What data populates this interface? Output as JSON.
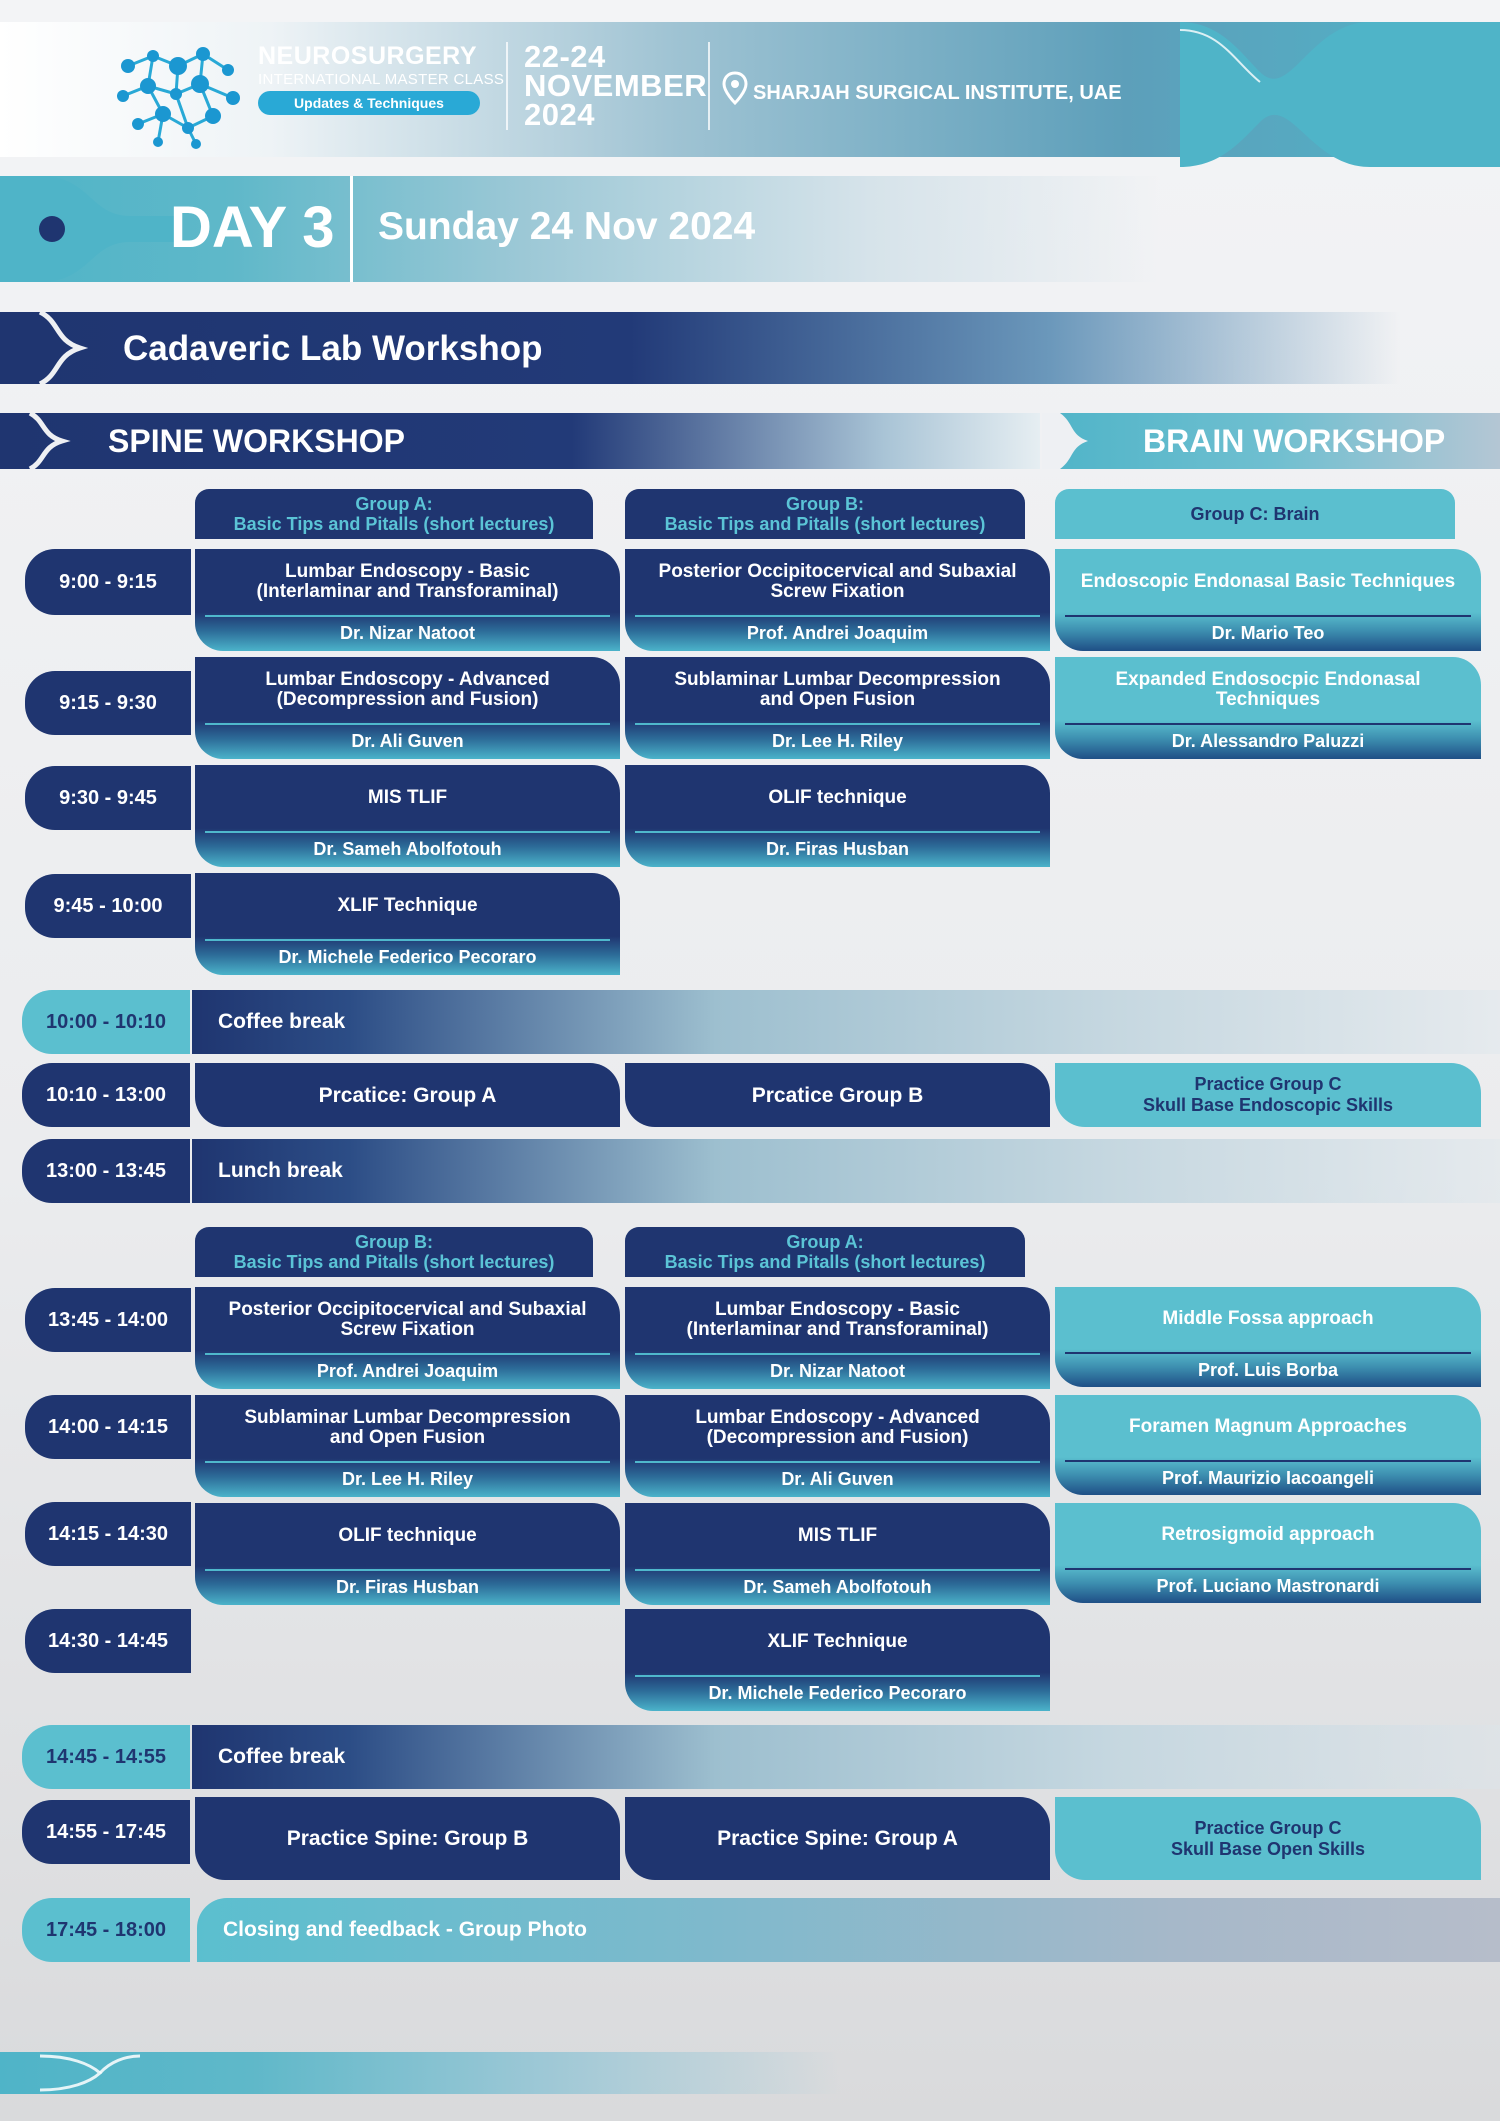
{
  "header": {
    "title": "NEUROSURGERY",
    "subtitle": "INTERNATIONAL MASTER CLASS",
    "tagline": "Updates & Techniques",
    "date_line1": "22-24",
    "date_line2": "NOVEMBER",
    "date_line3": "2024",
    "venue": "SHARJAH SURGICAL INSTITUTE, UAE",
    "icons": [
      "neuron-network-logo-icon",
      "location-pin-icon"
    ]
  },
  "day": {
    "label": "DAY 3",
    "date": "Sunday 24 Nov 2024"
  },
  "lab_title": "Cadaveric Lab Workshop",
  "spine_title": "SPINE WORKSHOP",
  "brain_title": "BRAIN WORKSHOP",
  "morning": {
    "heads": [
      {
        "l1": "Group A:",
        "l2": "Basic Tips and Pitalls (short lectures)"
      },
      {
        "l1": "Group B:",
        "l2": "Basic Tips and Pitalls (short lectures)"
      },
      {
        "l1": "Group C: Brain",
        "l2": ""
      }
    ],
    "times": [
      "9:00 - 9:15",
      "9:15 - 9:30",
      "9:30 - 9:45",
      "9:45 - 10:00"
    ],
    "col_a": [
      {
        "title": "Lumbar Endoscopy - Basic\n(Interlaminar and Transforaminal)",
        "speaker": "Dr. Nizar Natoot"
      },
      {
        "title": "Lumbar Endoscopy - Advanced\n(Decompression and Fusion)",
        "speaker": "Dr. Ali Guven"
      },
      {
        "title": "MIS TLIF",
        "speaker": "Dr. Sameh Abolfotouh"
      },
      {
        "title": "XLIF  Technique",
        "speaker": "Dr. Michele Federico Pecoraro"
      }
    ],
    "col_b": [
      {
        "title": "Posterior Occipitocervical and Subaxial\nScrew Fixation",
        "speaker": "Prof. Andrei Joaquim"
      },
      {
        "title": "Sublaminar Lumbar Decompression\nand Open Fusion",
        "speaker": "Dr. Lee H. Riley"
      },
      {
        "title": "OLIF technique",
        "speaker": "Dr. Firas Husban"
      }
    ],
    "col_c": [
      {
        "title": "Endoscopic Endonasal Basic Techniques",
        "speaker": "Dr. Mario Teo"
      },
      {
        "title": "Expanded Endosocpic Endonasal Techniques",
        "speaker": "Dr. Alessandro Paluzzi"
      }
    ]
  },
  "break1": {
    "time": "10:00 - 10:10",
    "label": "Coffee break"
  },
  "practice1": {
    "time": "10:10 - 13:00",
    "a": "Prcatice: Group A",
    "b": "Prcatice Group B",
    "c1": "Practice Group C",
    "c2": "Skull Base Endoscopic Skills"
  },
  "lunch": {
    "time": "13:00 - 13:45",
    "label": "Lunch break"
  },
  "afternoon": {
    "heads": [
      {
        "l1": "Group B:",
        "l2": "Basic Tips and Pitalls (short lectures)"
      },
      {
        "l1": "Group A:",
        "l2": "Basic Tips and Pitalls (short lectures)"
      }
    ],
    "times": [
      "13:45 - 14:00",
      "14:00 - 14:15",
      "14:15 - 14:30",
      "14:30 - 14:45"
    ],
    "col_a": [
      {
        "title": "Posterior Occipitocervical and Subaxial\nScrew Fixation",
        "speaker": "Prof. Andrei Joaquim"
      },
      {
        "title": "Sublaminar Lumbar Decompression\nand Open Fusion",
        "speaker": "Dr. Lee H. Riley"
      },
      {
        "title": "OLIF technique",
        "speaker": "Dr. Firas Husban"
      }
    ],
    "col_b": [
      {
        "title": "Lumbar Endoscopy - Basic\n(Interlaminar and Transforaminal)",
        "speaker": "Dr. Nizar Natoot"
      },
      {
        "title": "Lumbar Endoscopy - Advanced\n(Decompression and Fusion)",
        "speaker": "Dr. Ali Guven"
      },
      {
        "title": "MIS TLIF",
        "speaker": "Dr. Sameh Abolfotouh"
      },
      {
        "title": "XLIF  Technique",
        "speaker": "Dr. Michele Federico Pecoraro"
      }
    ],
    "col_c": [
      {
        "title": "Middle Fossa approach",
        "speaker": "Prof. Luis Borba"
      },
      {
        "title": "Foramen Magnum Approaches",
        "speaker": "Prof. Maurizio Iacoangeli"
      },
      {
        "title": "Retrosigmoid approach",
        "speaker": "Prof. Luciano Mastronardi"
      }
    ]
  },
  "break2": {
    "time": "14:45 - 14:55",
    "label": "Coffee break"
  },
  "practice2": {
    "time": "14:55 - 17:45",
    "a": "Practice Spine: Group B",
    "b": "Practice Spine: Group A",
    "c1": "Practice Group C",
    "c2": "Skull Base Open Skills"
  },
  "closing": {
    "time": "17:45 - 18:00",
    "label": "Closing and feedback - Group Photo"
  },
  "colors": {
    "navy": "#1f3570",
    "teal": "#5bbfcf",
    "accent_text": "#5bc4d6"
  }
}
